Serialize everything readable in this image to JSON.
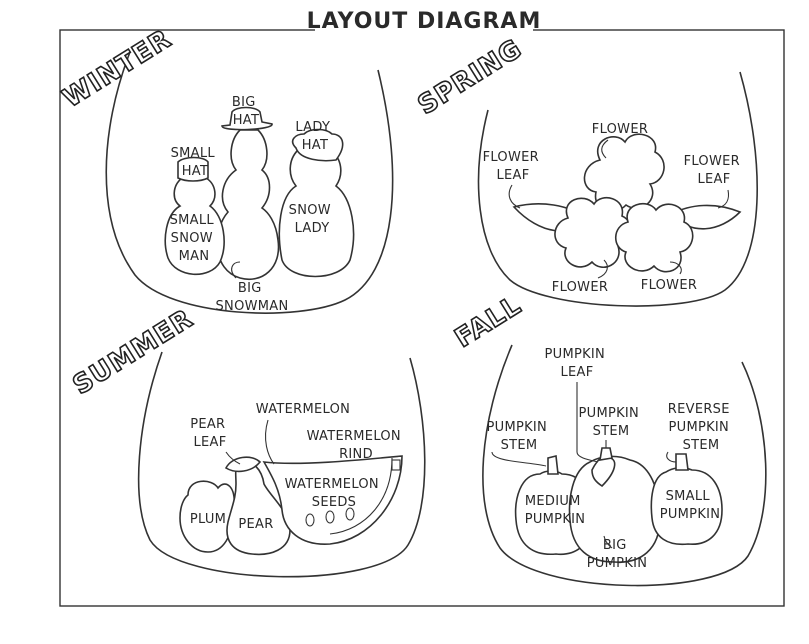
{
  "title": "LAYOUT DIAGRAM",
  "panels": {
    "winter": {
      "name": "WINTER",
      "labels": {
        "big_hat": [
          "BIG",
          "HAT"
        ],
        "small_hat": [
          "SMALL",
          "HAT"
        ],
        "lady_hat": [
          "LADY",
          "HAT"
        ],
        "small_snowman": [
          "SMALL",
          "SNOW",
          "MAN"
        ],
        "snow_lady": [
          "SNOW",
          "LADY"
        ],
        "big_snowman": [
          "BIG",
          "SNOWMAN"
        ]
      }
    },
    "spring": {
      "name": "SPRING",
      "labels": {
        "flower_top": [
          "FLOWER"
        ],
        "flower_leaf_left": [
          "FLOWER",
          "LEAF"
        ],
        "flower_leaf_right": [
          "FLOWER",
          "LEAF"
        ],
        "flower_left": [
          "FLOWER"
        ],
        "flower_right": [
          "FLOWER"
        ]
      }
    },
    "summer": {
      "name": "SUMMER",
      "labels": {
        "pear_leaf": [
          "PEAR",
          "LEAF"
        ],
        "watermelon": [
          "WATERMELON"
        ],
        "watermelon_rind": [
          "WATERMELON",
          "RIND"
        ],
        "watermelon_seeds": [
          "WATERMELON",
          "SEEDS"
        ],
        "plum": [
          "PLUM"
        ],
        "pear": [
          "PEAR"
        ]
      }
    },
    "fall": {
      "name": "FALL",
      "labels": {
        "pumpkin_leaf": [
          "PUMPKIN",
          "LEAF"
        ],
        "pumpkin_stem_left": [
          "PUMPKIN",
          "STEM"
        ],
        "pumpkin_stem_mid": [
          "PUMPKIN",
          "STEM"
        ],
        "reverse_pumpkin_stem": [
          "REVERSE",
          "PUMPKIN",
          "STEM"
        ],
        "medium_pumpkin": [
          "MEDIUM",
          "PUMPKIN"
        ],
        "small_pumpkin": [
          "SMALL",
          "PUMPKIN"
        ],
        "big_pumpkin": [
          "BIG",
          "PUMPKIN"
        ]
      }
    }
  }
}
